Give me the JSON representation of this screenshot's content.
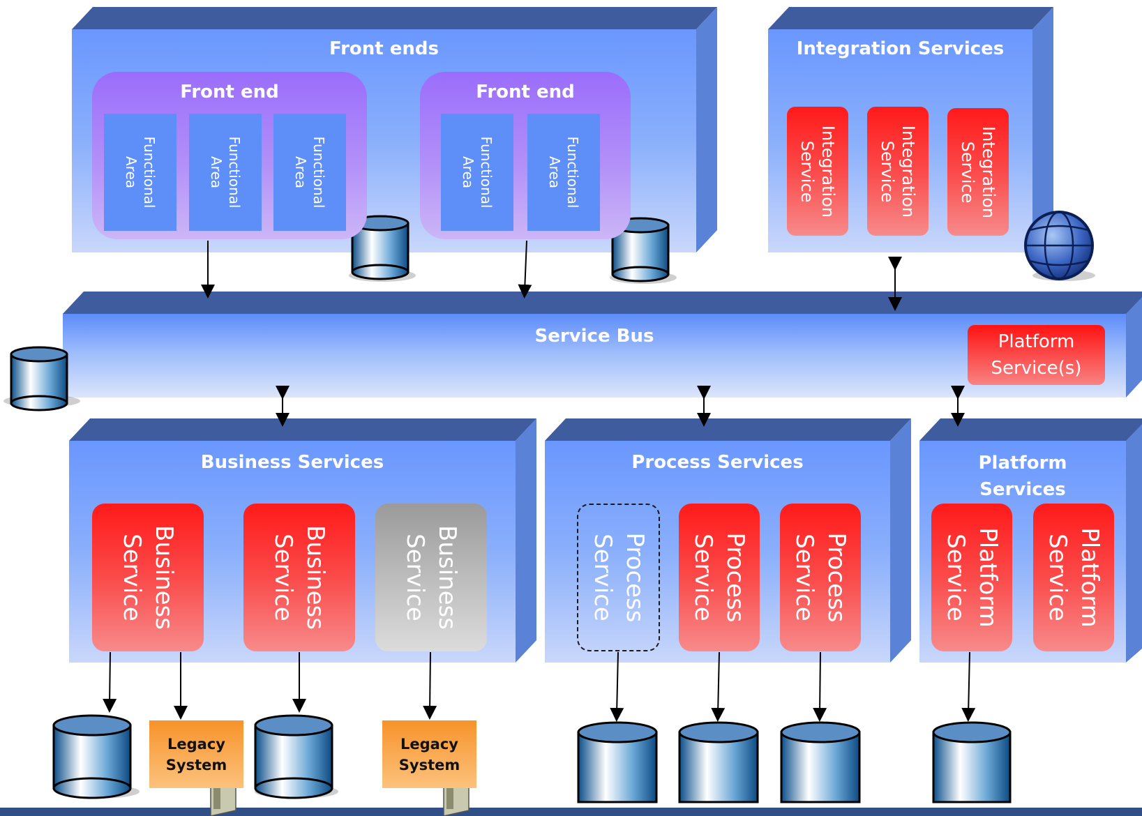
{
  "front_ends": {
    "title": "Front ends",
    "front_end_1": {
      "title": "Front end",
      "areas": [
        "Functional\nArea",
        "Functional\nArea",
        "Functional\nArea"
      ]
    },
    "front_end_2": {
      "title": "Front end",
      "areas": [
        "Functional\nArea",
        "Functional\nArea"
      ]
    }
  },
  "integration_services": {
    "title": "Integration Services",
    "items": [
      "Integration\nService",
      "Integration\nService",
      "Integration\nService"
    ]
  },
  "service_bus": {
    "title": "Service Bus",
    "platform_badge": "Platform\nService(s)"
  },
  "business_services": {
    "title": "Business Services",
    "items": [
      "Business\nService",
      "Business\nService",
      "Business\nService"
    ]
  },
  "process_services": {
    "title": "Process Services",
    "items": [
      "Process\nService",
      "Process\nService",
      "Process\nService"
    ]
  },
  "platform_services": {
    "title": "Platform\nServices",
    "items": [
      "Platform\nService",
      "Platform\nService"
    ]
  },
  "legacy_systems": [
    "Legacy\nSystem",
    "Legacy\nSystem"
  ],
  "colors": {
    "box_face": "#86abfb",
    "box_top": "#3f5c9e",
    "front_end": "#b290f8",
    "functional_area": "#5e8ff8",
    "service_red": "#ff1a1a",
    "legacy": "#f7932a"
  }
}
